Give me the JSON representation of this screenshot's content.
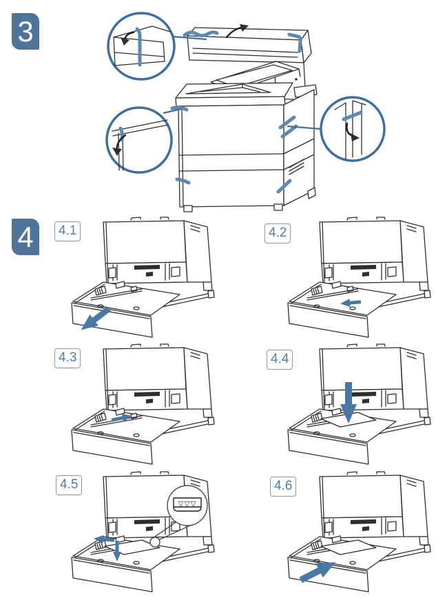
{
  "step3": {
    "number": "3"
  },
  "step4": {
    "number": "4",
    "substeps": [
      {
        "label": "4.1"
      },
      {
        "label": "4.2"
      },
      {
        "label": "4.3"
      },
      {
        "label": "4.4"
      },
      {
        "label": "4.5"
      },
      {
        "label": "4.6"
      }
    ]
  },
  "indicator": {
    "glyphs": "▽▽▽"
  },
  "colors": {
    "page_bg": "#ffffff",
    "badge_blue": "#4e7499",
    "label_blue": "#4d7fa8",
    "label_border": "#8f97a1",
    "callout_blue": "#3f6f9d",
    "arrow_blue": "#4a78a4",
    "tape_blue": "#5d88b0",
    "line_dark": "#2f2f2f"
  }
}
